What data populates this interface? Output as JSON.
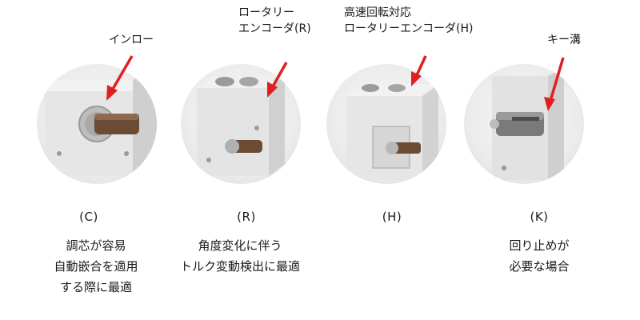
{
  "colors": {
    "arrow": "#e02020",
    "metal": "#d9d9d9",
    "shaft": "#6b4b34"
  },
  "panels": [
    {
      "callout": [
        "インロー"
      ],
      "letter": "(C)",
      "description": [
        "調芯が容易",
        "自動嵌合を適用",
        "する際に最適"
      ]
    },
    {
      "callout": [
        "ロータリー",
        "エンコーダ(R)"
      ],
      "letter": "(R)",
      "description": [
        "角度変化に伴う",
        "トルク変動検出に最適"
      ]
    },
    {
      "callout": [
        "高速回転対応",
        "ロータリーエンコーダ(H)"
      ],
      "letter": "(H)",
      "description": []
    },
    {
      "callout": [
        "キー溝"
      ],
      "letter": "(K)",
      "description": [
        "回り止めが",
        "必要な場合"
      ]
    }
  ]
}
